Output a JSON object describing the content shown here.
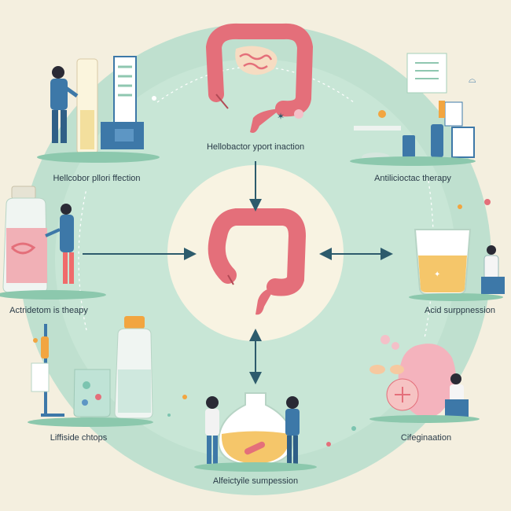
{
  "colors": {
    "background": "#f4efdf",
    "ring": "#bfe0cf",
    "center_disc": "#f8f3e2",
    "intestine": "#e46f7a",
    "arrow": "#2d5b6c",
    "figure_blue": "#3d78a8",
    "accent_orange": "#f2a540"
  },
  "center": {
    "icon": "intestine-icon"
  },
  "labels": {
    "top": "Hellobactor yport inaction",
    "top_left": "Hellcobor pllori ffection",
    "top_right": "Antilicioctac therapy",
    "mid_left": "Actridetom is theapy",
    "mid_right": "Acid surppnession",
    "bottom_left": "Liffiside chtops",
    "bottom_center": "Alfeictyile sumpession",
    "bottom_right": "Cifeginaation"
  }
}
